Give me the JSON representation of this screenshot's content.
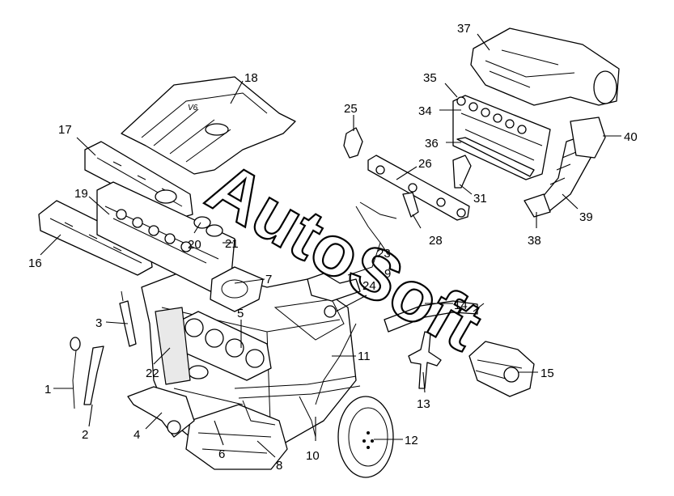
{
  "watermark": "AutoSoft",
  "callouts": [
    "1",
    "2",
    "3",
    "4",
    "5",
    "6",
    "7",
    "8",
    "9",
    "10",
    "11",
    "12",
    "13",
    "14",
    "15",
    "16",
    "17",
    "18",
    "19",
    "20",
    "21",
    "22",
    "23",
    "24",
    "25",
    "26",
    "28",
    "31",
    "34",
    "35",
    "36",
    "37",
    "38",
    "39",
    "40"
  ]
}
